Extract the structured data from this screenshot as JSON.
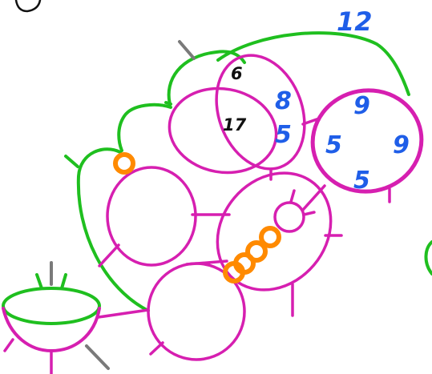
{
  "labels": {
    "top_arc": "12",
    "upper_overlap_top": "6",
    "upper_overlap_bottom": "17",
    "upper_right_part_top": "8",
    "upper_right_part_bottom": "5",
    "right_circle_top": "9",
    "right_circle_left": "5",
    "right_circle_right": "9",
    "right_circle_bottom": "5"
  },
  "colors": {
    "magenta": "#d61fb0",
    "green": "#1fbf1f",
    "orange": "#ff8a00",
    "gray": "#7a7a7a",
    "blue_text": "#1f5ee8",
    "black_text": "#111111"
  }
}
